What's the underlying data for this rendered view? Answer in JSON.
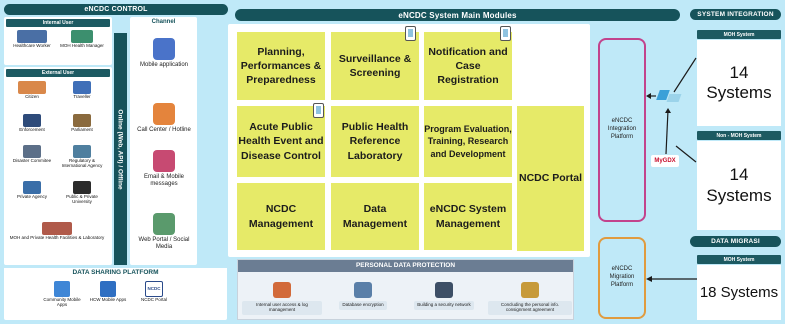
{
  "control": {
    "title": "eNCDC CONTROL",
    "internal_user": "Internal User",
    "internal_items": [
      "Healthcare Worker",
      "MOH Health Manager"
    ],
    "external_user": "External User",
    "external_items": [
      "Citizen",
      "Traveller",
      "Enforcement",
      "Parliament",
      "Disaster Commitee",
      "Regulatory & International Agency",
      "Private Agency",
      "Public & Private University",
      "MOH and Private Health Facilities & Laboratory"
    ],
    "online_label": "Online (Web, API) / Offline",
    "channel": "Channel",
    "channel_items": [
      "Mobile application",
      "Call Center / Hotline",
      "Email & Mobile messages",
      "Web Portal / Social Media"
    ]
  },
  "data_sharing": {
    "title": "DATA SHARING PLATFORM",
    "items": [
      "Community Mobile Apps",
      "HCW Mobile Apps",
      "NCDC Portal"
    ],
    "portal_logo": "NCDC"
  },
  "main": {
    "title": "eNCDC System Main Modules",
    "modules": [
      "Planning, Performances & Preparedness",
      "Surveillance & Screening",
      "Notification and Case Registration",
      "Acute Public Health Event and Disease Control",
      "Public Health Reference Laboratory",
      "Program Evaluation, Training, Research and Development",
      "NCDC Portal",
      "NCDC Management",
      "Data Management",
      "eNCDC System Management"
    ]
  },
  "pdp": {
    "title": "PERSONAL DATA PROTECTION",
    "items": [
      "Internal user access & log management",
      "Database encryption",
      "Building a security network",
      "Concluding the personal info. consignment agreement"
    ]
  },
  "integration": {
    "title": "SYSTEM INTEGRATION",
    "platform": "eNCDC Integration Platform",
    "moh_system": "MOH System",
    "moh_count": "14 Systems",
    "non_moh_system": "Non - MOH System",
    "non_moh_count": "14 Systems",
    "mygdx": "MyGDX"
  },
  "migration": {
    "title": "DATA MIGRASI",
    "platform": "eNCDC Migration Platform",
    "moh_system": "MOH System",
    "count": "18 Systems"
  },
  "colors": {
    "background": "#bfe9f8",
    "header": "#16535b",
    "module": "#e6ea68",
    "integration_border": "#c2438c",
    "migration_border": "#e09b3f"
  }
}
